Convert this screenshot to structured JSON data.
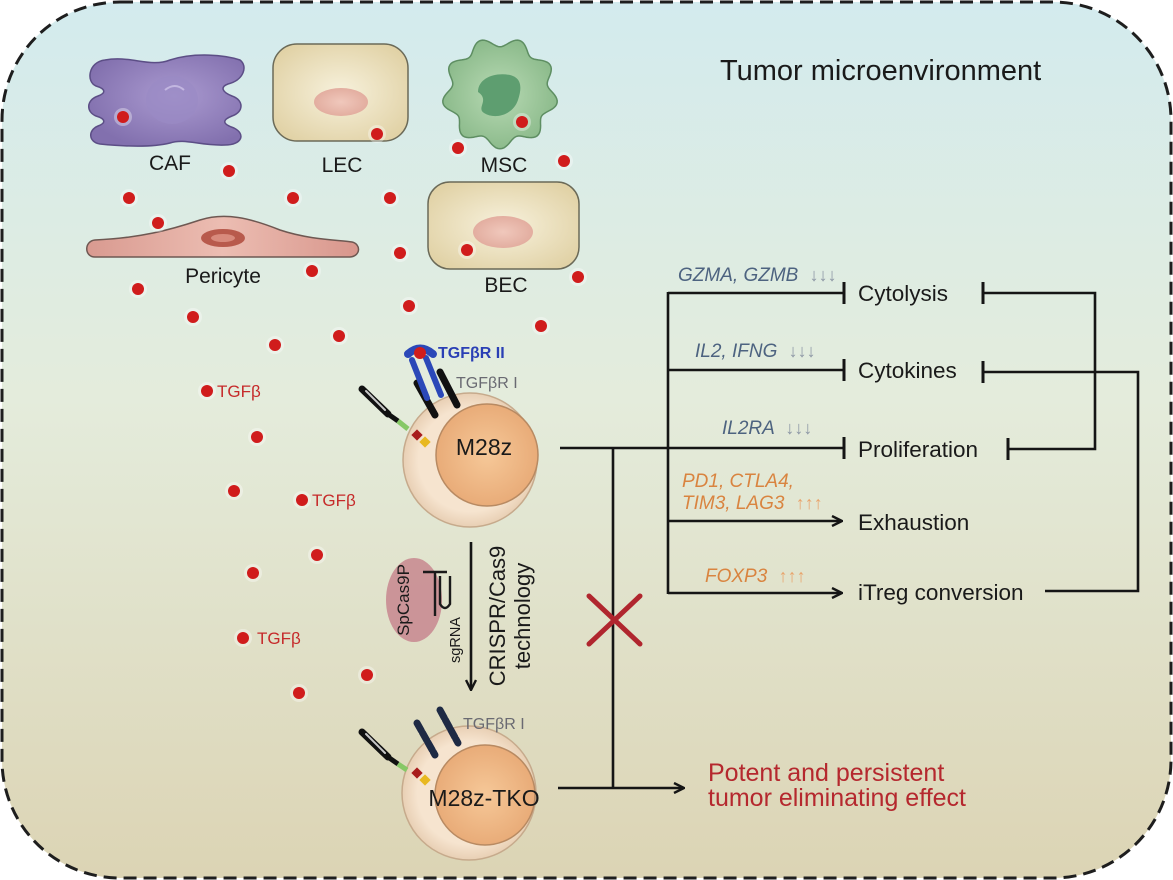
{
  "figure": {
    "title": "Tumor microenvironment"
  },
  "stromal_cells": {
    "caf": "CAF",
    "lec": "LEC",
    "msc": "MSC",
    "pericyte": "Pericyte",
    "bec": "BEC"
  },
  "ligand": {
    "label": "TGFβ"
  },
  "receptors": {
    "type_ii": "TGFβR II",
    "type_i": "TGFβR I"
  },
  "car_t": {
    "parent": "M28z",
    "knockout": "M28z-TKO"
  },
  "crispr": {
    "line1": "CRISPR/Cas9",
    "line2": "technology",
    "nuclease": "SpCas9P",
    "guide": "sgRNA"
  },
  "effects": [
    {
      "outcome": "Cytolysis",
      "genes": "GZMA, GZMB",
      "trend": "↓↓↓",
      "relation": "inhibits"
    },
    {
      "outcome": "Cytokines",
      "genes": "IL2, IFNG",
      "trend": "↓↓↓",
      "relation": "inhibits"
    },
    {
      "outcome": "Proliferation",
      "genes": "IL2RA",
      "trend": "↓↓↓",
      "relation": "inhibits"
    },
    {
      "outcome": "Exhaustion",
      "genes_line1": "PD1, CTLA4,",
      "genes": "TIM3, LAG3",
      "trend": "↑↑↑",
      "relation": "promotes"
    },
    {
      "outcome": "iTreg conversion",
      "genes": "FOXP3",
      "trend": "↑↑↑",
      "relation": "promotes"
    }
  ],
  "result": {
    "line1": "Potent and persistent",
    "line2": "tumor eliminating effect"
  },
  "colors": {
    "tgfb": "#c62a2a",
    "down_genes": "#4d6380",
    "up_genes": "#d98440",
    "receptor_ii": "#2a3fb5",
    "result": "#b5282e",
    "block_mark": "#b0262e"
  }
}
